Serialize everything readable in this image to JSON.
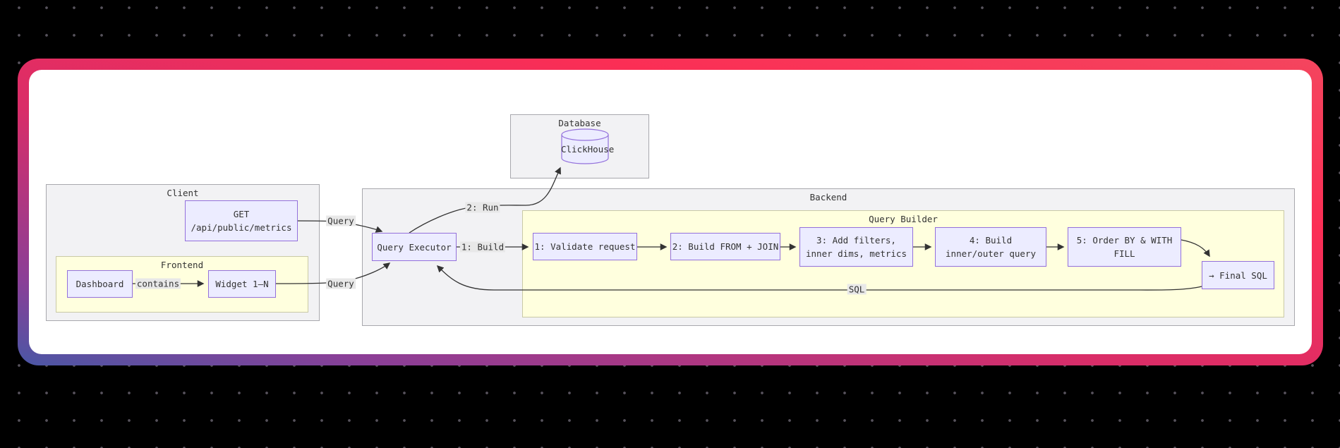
{
  "canvas": {
    "background": "#000000",
    "dot_color": "#56525c"
  },
  "card": {
    "gradient_colors": [
      "#4a57a5",
      "#8a3f97",
      "#d92d68",
      "#fb2e55",
      "#f4455e"
    ],
    "background": "#ffffff"
  },
  "diagram": {
    "clusters": {
      "client": {
        "label": "Client"
      },
      "frontend": {
        "label": "Frontend"
      },
      "database": {
        "label": "Database"
      },
      "backend": {
        "label": "Backend"
      },
      "query_builder": {
        "label": "Query Builder"
      }
    },
    "nodes": {
      "get": {
        "line1": "GET",
        "line2": "/api/public/metrics"
      },
      "dashboard": {
        "label": "Dashboard"
      },
      "widget": {
        "label": "Widget 1–N"
      },
      "clickhouse": {
        "label": "ClickHouse"
      },
      "query_executor": {
        "label": "Query Executor"
      },
      "step1": {
        "label": "1: Validate request"
      },
      "step2": {
        "label": "2: Build FROM + JOIN"
      },
      "step3": {
        "line1": "3: Add filters,",
        "line2": "inner dims, metrics"
      },
      "step4": {
        "line1": "4: Build",
        "line2": "inner/outer query"
      },
      "step5": {
        "line1": "5: Order BY & WITH",
        "line2": "FILL"
      },
      "final_sql": {
        "label": "→ Final SQL"
      }
    },
    "edge_labels": {
      "query_get": "Query",
      "query_widget": "Query",
      "contains": "contains",
      "run": "2: Run",
      "build": "1: Build",
      "sql": "SQL"
    },
    "colors": {
      "node_fill": "#ececff",
      "node_border": "#9370db",
      "cluster_gray_fill": "#f2f2f4",
      "cluster_yellow_fill": "#ffffde",
      "edge": "#333333",
      "edge_label_bg": "#e8e8e8"
    }
  }
}
